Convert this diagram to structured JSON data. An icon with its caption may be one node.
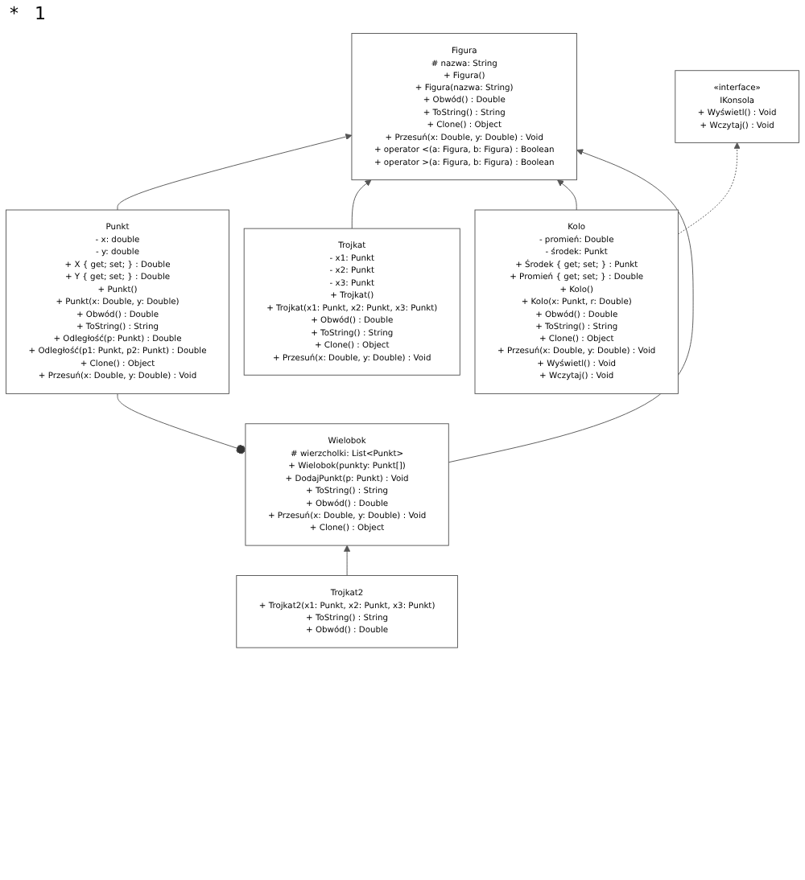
{
  "diagram": {
    "nodes": [
      {
        "text": [
          "Figura",
          "# nazwa: String",
          "+ Figura()",
          "+ Figura(nazwa: String)",
          "+ Obwód() : Double",
          "+ ToString() : String",
          "+ Clone() : Object",
          "+ Przesuń(x: Double, y: Double) : Void",
          "+ operator <(a: Figura, b: Figura) : Boolean",
          "+ operator >(a: Figura, b: Figura) : Boolean"
        ]
      },
      {
        "text": [
          "«interface»",
          "IKonsola",
          "+ Wyświetl() : Void",
          "+ Wczytaj() : Void"
        ]
      },
      {
        "text": [
          "Punkt",
          "- x: double",
          "- y: double",
          "+ X { get; set; } : Double",
          "+ Y { get; set; } : Double",
          "+ Punkt()",
          "+ Punkt(x: Double, y: Double)",
          "+ Obwód() : Double",
          "+ ToString() : String",
          "+ Odległość(p: Punkt) : Double",
          "+ Odległość(p1: Punkt, p2: Punkt) : Double",
          "+ Clone() : Object",
          "+ Przesuń(x: Double, y: Double) : Void"
        ]
      },
      {
        "text": [
          "Trojkat",
          "- x1: Punkt",
          "- x2: Punkt",
          "- x3: Punkt",
          "+ Trojkat()",
          "+ Trojkat(x1: Punkt, x2: Punkt, x3: Punkt)",
          "+ Obwód() : Double",
          "+ ToString() : String",
          "+ Clone() : Object",
          "+ Przesuń(x: Double, y: Double) : Void"
        ]
      },
      {
        "text": [
          "Kolo",
          "- promień: Double",
          "- środek: Punkt",
          "+ Środek { get; set; } : Punkt",
          "+ Promień { get; set; } : Double",
          "+ Kolo()",
          "+ Kolo(x: Punkt, r: Double)",
          "+ Obwód() : Double",
          "+ ToString() : String",
          "+ Clone() : Object",
          "+ Przesuń(x: Double, y: Double) : Void",
          "+ Wyświetl() : Void",
          "+ Wczytaj() : Void"
        ]
      },
      {
        "text": [
          "Wielobok",
          "# wierzcholki: List<Punkt>",
          "+ Wielobok(punkty: Punkt[])",
          "+ DodajPunkt(p: Punkt) : Void",
          "+ ToString() : String",
          "+ Obwód() : Double",
          "+ Przesuń(x: Double, y: Double) : Void",
          "+ Clone() : Object"
        ]
      },
      {
        "text": [
          "Trojkat2",
          "+ Trojkat2(x1: Punkt, x2: Punkt, x3: Punkt)",
          "+ ToString() : String",
          "+ Obwód() : Double"
        ]
      }
    ],
    "edges": [
      {
        "from": 2,
        "to": 0,
        "arrow": "to"
      },
      {
        "from": 3,
        "to": 0,
        "arrow": "to"
      },
      {
        "from": 4,
        "to": 0,
        "arrow": "to"
      },
      {
        "from": 5,
        "to": 0,
        "arrow": "to"
      },
      {
        "from": 4,
        "to": 1,
        "arrow": "to",
        "style": "dashed"
      },
      {
        "from": 2,
        "to": 5,
        "arrow": "other"
      },
      {
        "from": 6,
        "to": 5,
        "arrow": "to"
      }
    ],
    "labels": [
      "*",
      "1"
    ]
  }
}
